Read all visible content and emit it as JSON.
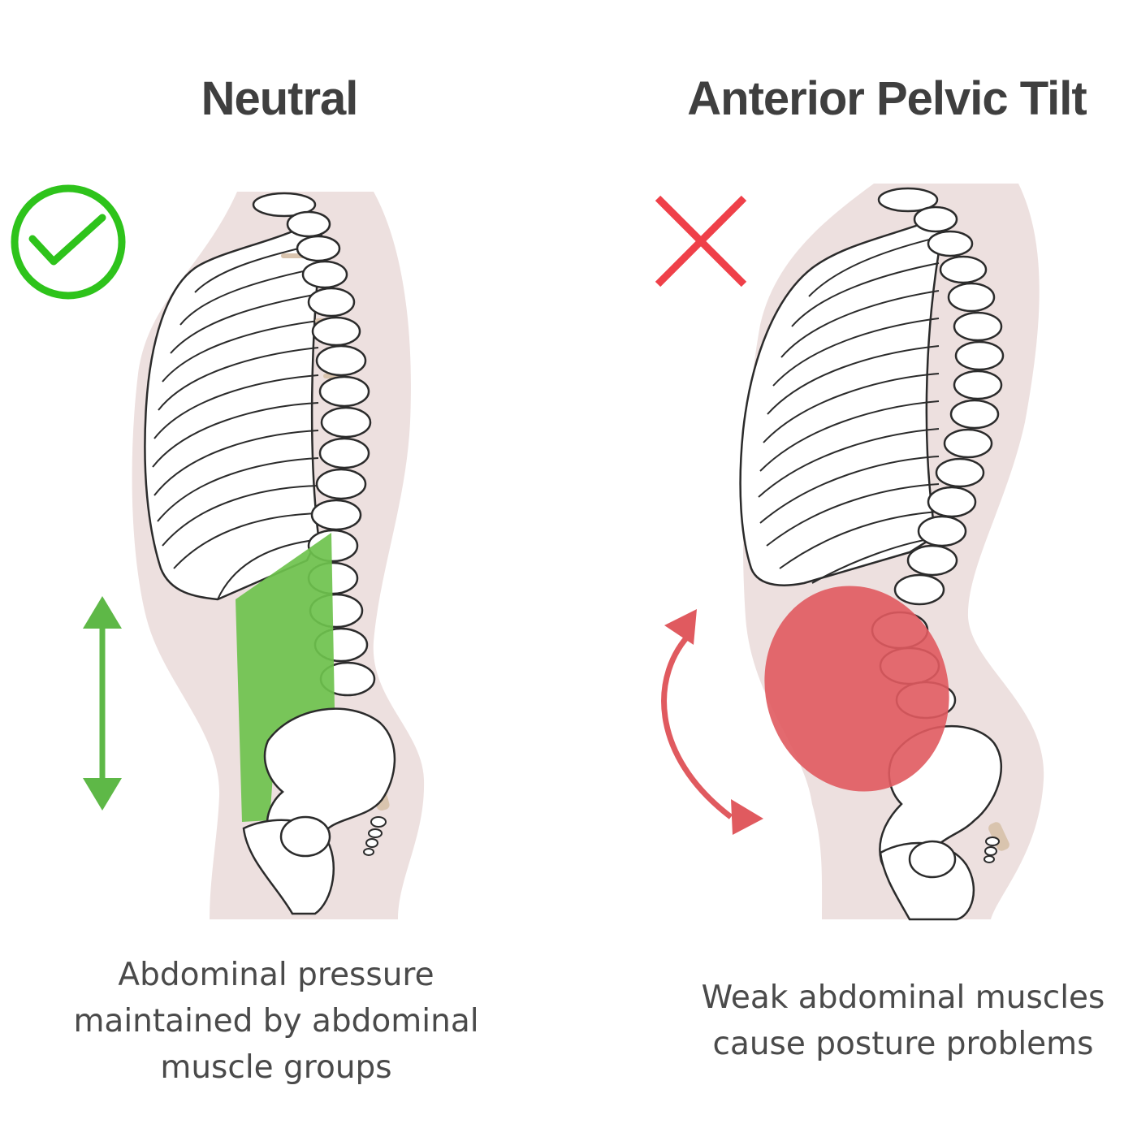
{
  "panels": {
    "neutral": {
      "title": "Neutral",
      "status_icon": "check-circle-icon",
      "status_color": "#2ec31b",
      "muscle_color": "#6ec24d",
      "motion_icon": "double-vertical-arrow-icon",
      "caption_lines": [
        "Abdominal pressure",
        "maintained by abdominal",
        "muscle groups"
      ]
    },
    "anterior_pelvic_tilt": {
      "title": "Anterior Pelvic Tilt",
      "status_icon": "cross-icon",
      "status_color": "#ef4049",
      "muscle_color": "#e05a5f",
      "motion_icon": "curved-double-arrow-icon",
      "caption_lines": [
        "Weak abdominal muscles",
        "cause posture problems"
      ]
    }
  },
  "colors": {
    "body": "#ede0df",
    "bone": "#ffffff",
    "bone_outline": "#2b2b2b",
    "cartilage": "#d9c4ae"
  }
}
